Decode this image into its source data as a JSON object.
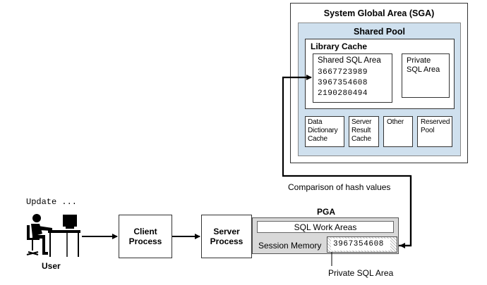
{
  "sga": {
    "title": "System Global Area (SGA)",
    "shared_pool": {
      "title": "Shared Pool",
      "library_cache": {
        "title": "Library Cache",
        "shared_sql_area": {
          "title": "Shared SQL Area",
          "hashes": [
            "3667723989",
            "3967354608",
            "2190280494"
          ]
        },
        "private_sql_area": {
          "title_line1": "Private",
          "title_line2": "SQL Area"
        }
      },
      "caches": {
        "data_dictionary": [
          "Data",
          "Dictionary",
          "Cache"
        ],
        "server_result": [
          "Server",
          "Result",
          "Cache"
        ],
        "other": [
          "Other"
        ],
        "reserved_pool": [
          "Reserved",
          "Pool"
        ]
      }
    }
  },
  "comparison_label": "Comparison of hash values",
  "pga": {
    "title": "PGA",
    "sql_work_areas": "SQL Work Areas",
    "session_memory": "Session Memory",
    "private_hash": "3967354608",
    "private_sql_area_label": "Private SQL Area"
  },
  "client_process": {
    "line1": "Client",
    "line2": "Process"
  },
  "server_process": {
    "line1": "Server",
    "line2": "Process"
  },
  "user": {
    "label": "User",
    "statement": "Update ..."
  },
  "colors": {
    "shared_pool_fill": "#cfe0ee",
    "pga_fill": "#d9d9d9",
    "line": "#000000"
  },
  "icons": {
    "user": "person-at-computer-icon"
  }
}
